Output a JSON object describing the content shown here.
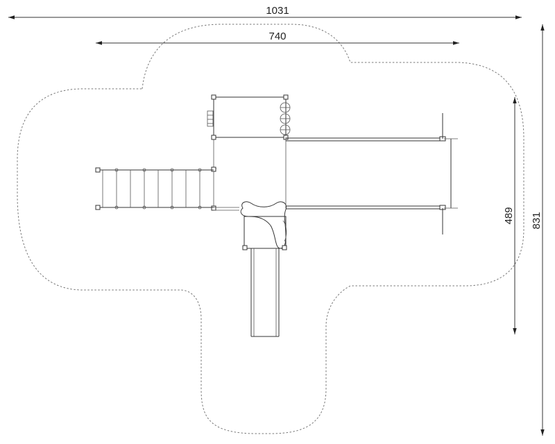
{
  "dimensions": {
    "overall_width": "1031",
    "frame_width": "740",
    "frame_depth": "489",
    "overall_depth": "831"
  },
  "colors": {
    "line": "#333333",
    "safety_zone": "#777777",
    "background": "#ffffff"
  }
}
